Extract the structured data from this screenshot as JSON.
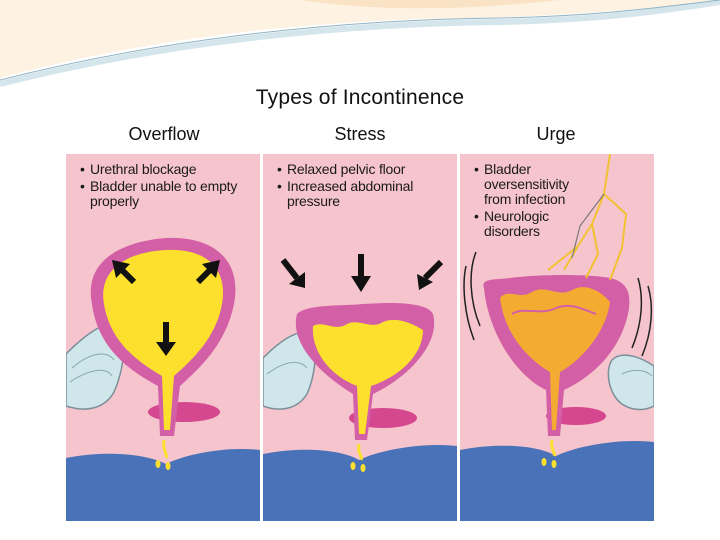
{
  "figure": {
    "title": "Types of Incontinence",
    "panels": [
      {
        "heading": "Overflow",
        "notes": [
          "Urethral blockage",
          "Bladder unable to empty properly"
        ]
      },
      {
        "heading": "Stress",
        "notes": [
          "Relaxed pelvic floor",
          "Increased abdominal pressure"
        ]
      },
      {
        "heading": "Urge",
        "notes": [
          "Bladder oversensitivity from infection",
          "Neurologic disorders"
        ]
      }
    ]
  },
  "colors": {
    "panel_bg": "#f6c4cc",
    "bladder_wall": "#d35fa6",
    "urine": "#fde02e",
    "urine_dark": "#f3ab32",
    "base": "#4a72b8",
    "bone": "#cfe7ea",
    "arrow": "#111111"
  }
}
